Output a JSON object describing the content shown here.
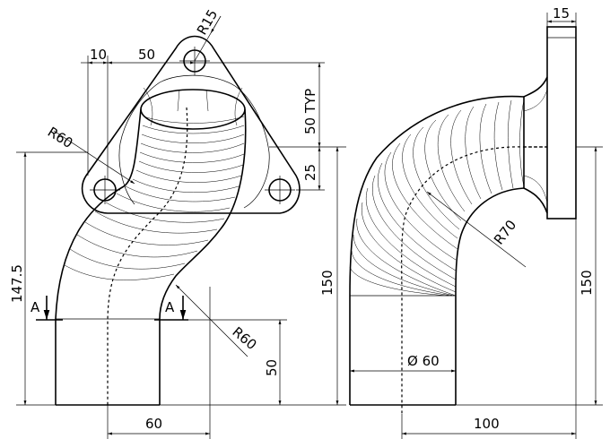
{
  "dimensions": {
    "r15": "R15",
    "d10": "10",
    "d50_top": "50",
    "d50_typ": "50 TYP",
    "d25": "25",
    "r60_upper": "R60",
    "r60_lower": "R60",
    "d147_5": "147.5",
    "d150_left": "150",
    "d50_bottom": "50",
    "d60": "60",
    "d15": "15",
    "r70": "R70",
    "d150_right": "150",
    "dia60": "Ø 60",
    "d100": "100"
  },
  "section_marks": {
    "left": "A",
    "right": "A"
  }
}
